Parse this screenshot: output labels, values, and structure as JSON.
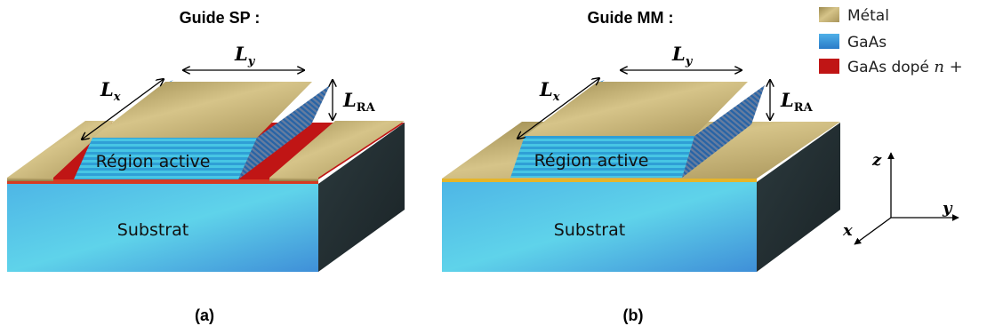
{
  "panels": [
    {
      "title": "Guide SP :",
      "caption": "(a)",
      "active_region": "Région active",
      "substrate": "Substrat",
      "lx": {
        "main": "L",
        "sub": "x"
      },
      "ly": {
        "main": "L",
        "sub": "y"
      },
      "lra": {
        "main": "L",
        "sub": "RA"
      }
    },
    {
      "title": "Guide MM :",
      "caption": "(b)",
      "active_region": "Région active",
      "substrate": "Substrat",
      "lx": {
        "main": "L",
        "sub": "x"
      },
      "ly": {
        "main": "L",
        "sub": "y"
      },
      "lra": {
        "main": "L",
        "sub": "RA"
      }
    }
  ],
  "legend": [
    {
      "label": "Métal",
      "color": "#b9a467"
    },
    {
      "label": "GaAs",
      "color": "#2f88cf"
    },
    {
      "label": "GaAs dopé ",
      "suffix": "n +",
      "color": "#c01515"
    }
  ],
  "axes": {
    "z": "z",
    "y": "y",
    "x": "x"
  },
  "colors": {
    "metal": "#b9a467",
    "gaas": "#2f88cf",
    "doped": "#c01515",
    "substrate": "#49bce0",
    "substrate_side": "#1f2a2e"
  }
}
